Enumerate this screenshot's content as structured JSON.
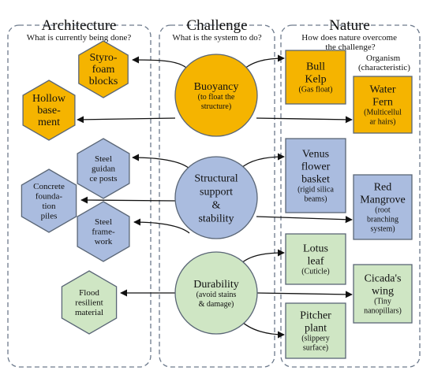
{
  "columns": {
    "architecture": {
      "title": "Architecture",
      "question": "What is currently being done?"
    },
    "challenge": {
      "title": "Challenge",
      "question": "What is the system to do?"
    },
    "nature": {
      "title": "Nature",
      "question": [
        "How does nature overcome",
        "the challenge?"
      ],
      "organism_label": [
        "Organism",
        "(characteristic)"
      ]
    }
  },
  "colors": {
    "orange": "#f5b400",
    "blue": "#aabcdf",
    "green": "#cfe6c4",
    "node_stroke": "#5a6676",
    "panel_border": "#6d7a8c"
  },
  "architecture_nodes": [
    {
      "name": "styrofoam-blocks",
      "lines": [
        "Styro-",
        "foam",
        "blocks"
      ],
      "color": "orange"
    },
    {
      "name": "hollow-basement",
      "lines": [
        "Hollow",
        "base-",
        "ment"
      ],
      "color": "orange"
    },
    {
      "name": "steel-guidance-posts",
      "lines": [
        "Steel",
        "guidan",
        "ce posts"
      ],
      "color": "blue"
    },
    {
      "name": "concrete-foundation-piles",
      "lines": [
        "Concrete",
        "founda-",
        "tion",
        "piles"
      ],
      "color": "blue"
    },
    {
      "name": "steel-framework",
      "lines": [
        "Steel",
        "frame-",
        "work"
      ],
      "color": "blue"
    },
    {
      "name": "flood-resilient-material",
      "lines": [
        "Flood",
        "resilient",
        "material"
      ],
      "color": "green"
    }
  ],
  "challenge_nodes": [
    {
      "name": "buoyancy",
      "lines": [
        "Buoyancy"
      ],
      "sub": [
        "(to float the",
        "structure)"
      ],
      "color": "orange"
    },
    {
      "name": "structural-support",
      "lines": [
        "Structural",
        "support",
        "&",
        "stability"
      ],
      "sub": [],
      "color": "blue"
    },
    {
      "name": "durability",
      "lines": [
        "Durability"
      ],
      "sub": [
        "(avoid stains",
        "& damage)"
      ],
      "color": "green"
    }
  ],
  "nature_nodes": [
    {
      "name": "bull-kelp",
      "lines": [
        "Bull",
        "Kelp"
      ],
      "sub": [
        "(Gas float)"
      ],
      "color": "orange"
    },
    {
      "name": "water-fern",
      "lines": [
        "Water",
        "Fern"
      ],
      "sub": [
        "(Multicellul",
        "ar hairs)"
      ],
      "color": "orange"
    },
    {
      "name": "venus-flower-basket",
      "lines": [
        "Venus",
        "flower",
        "basket"
      ],
      "sub": [
        "(rigid silica",
        "beams)"
      ],
      "color": "blue"
    },
    {
      "name": "red-mangrove",
      "lines": [
        "Red",
        "Mangrove"
      ],
      "sub": [
        "(root",
        "branching",
        "system)"
      ],
      "color": "blue"
    },
    {
      "name": "lotus-leaf",
      "lines": [
        "Lotus",
        "leaf"
      ],
      "sub": [
        "(Cuticle)"
      ],
      "color": "green"
    },
    {
      "name": "cicadas-wing",
      "lines": [
        "Cicada's",
        "wing"
      ],
      "sub": [
        "(Tiny",
        "nanopillars)"
      ],
      "color": "green"
    },
    {
      "name": "pitcher-plant",
      "lines": [
        "Pitcher",
        "plant"
      ],
      "sub": [
        "(slippery",
        "surface)"
      ],
      "color": "green"
    }
  ]
}
